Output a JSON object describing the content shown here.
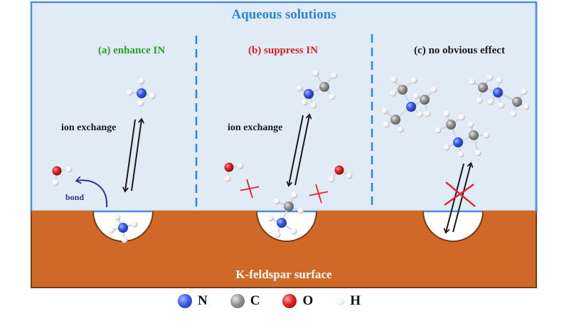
{
  "title": "Aqueous solutions",
  "panels": [
    {
      "label": "(a) enhance IN",
      "color": "#2aa02a",
      "exchange_label": "ion exchange",
      "bond_label": "bond"
    },
    {
      "label": "(b) suppress IN",
      "color": "#e02020",
      "exchange_label": "ion exchange"
    },
    {
      "label": "(c) no obvious effect",
      "color": "#1a1a1a"
    }
  ],
  "surface_label": "K-feldspar surface",
  "colors": {
    "water": "#e1ebf6",
    "frame": "#4a90e2",
    "divider": "#2b86e0",
    "surface": "#d06828",
    "surface_edge": "#7a3a12",
    "N": "#3a5ee8",
    "C": "#8c8c8c",
    "O": "#e02020",
    "H": "#f4f4f4",
    "cross": "#e8202a",
    "arrow": "#1a1a1a",
    "bond_arrow": "#2a3580"
  },
  "legend": [
    {
      "symbol": "N",
      "color": "#3a5ee8"
    },
    {
      "symbol": "C",
      "color": "#8c8c8c"
    },
    {
      "symbol": "O",
      "color": "#e02020"
    },
    {
      "symbol": "H",
      "color": "#f4f4f4"
    }
  ]
}
